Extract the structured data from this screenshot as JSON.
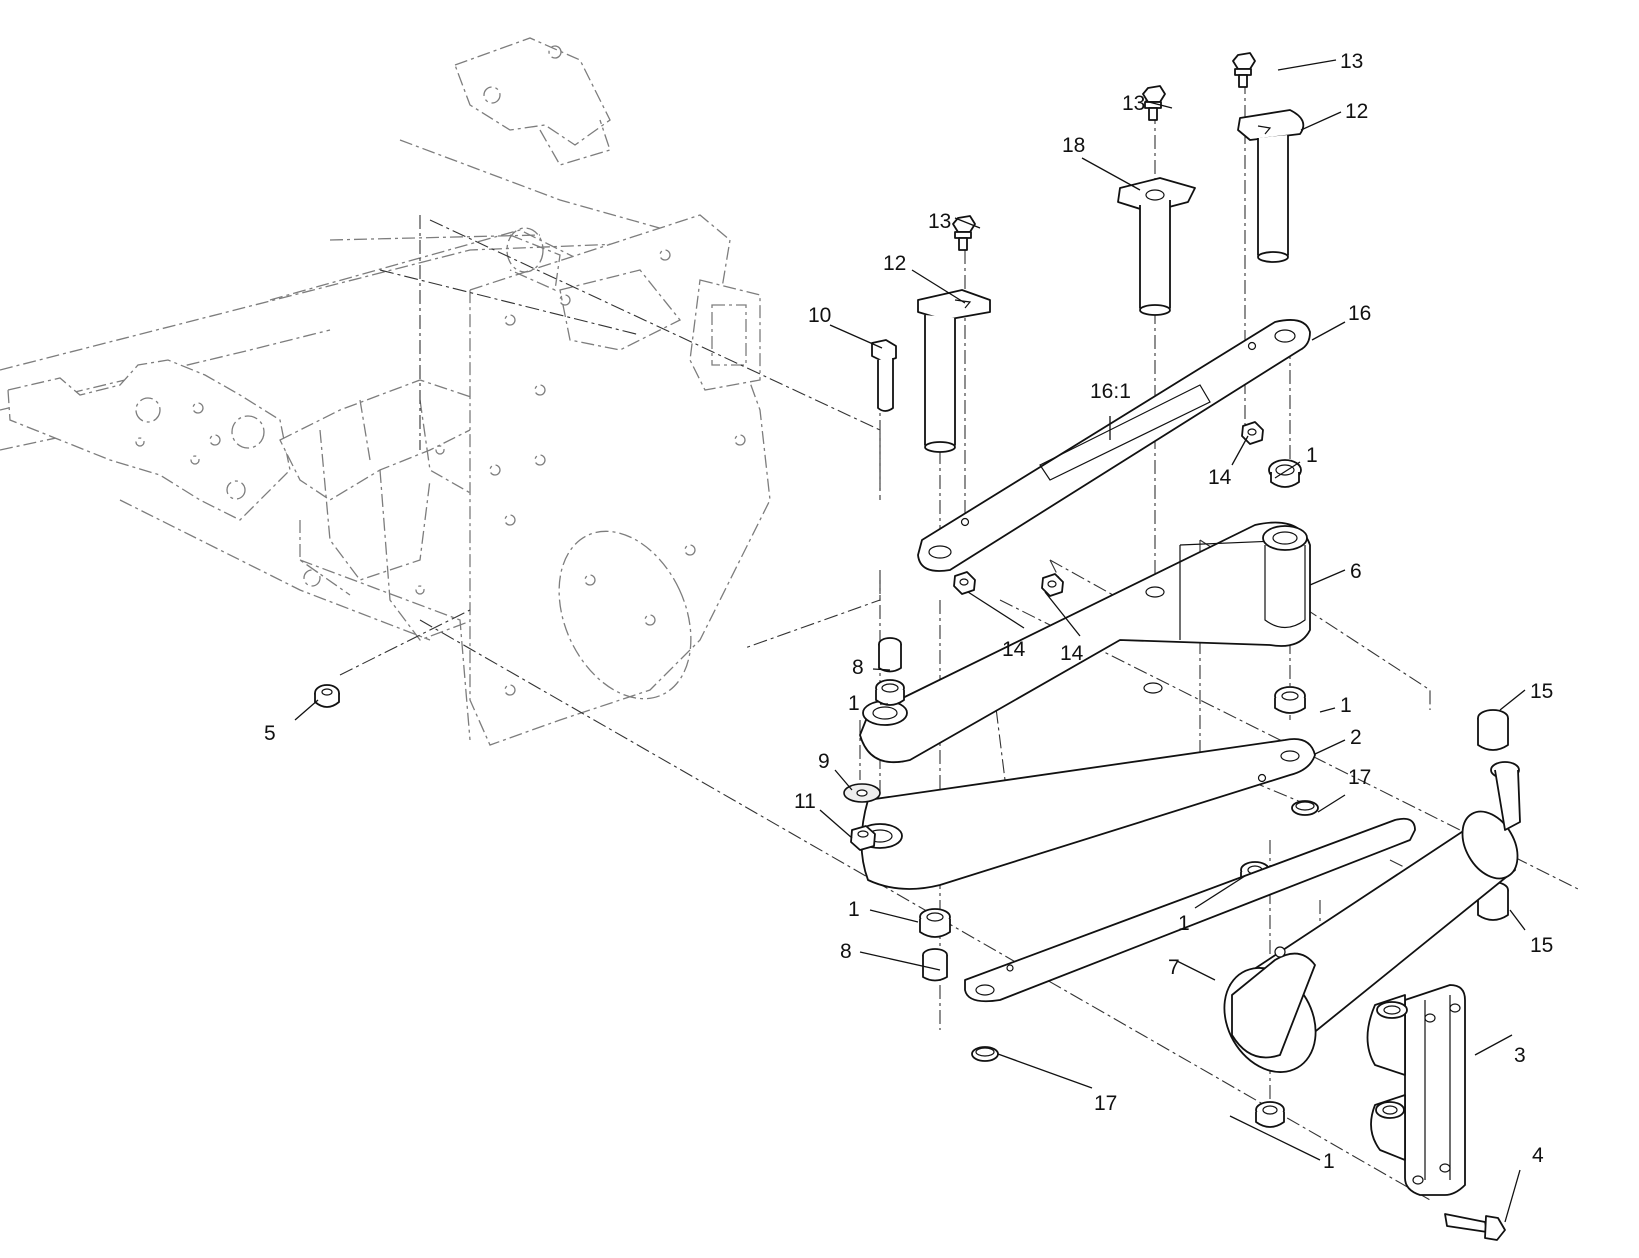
{
  "callouts": [
    {
      "id": "c1a",
      "label": "13"
    },
    {
      "id": "c1b",
      "label": "13"
    },
    {
      "id": "c1c",
      "label": "13"
    },
    {
      "id": "c2a",
      "label": "12"
    },
    {
      "id": "c2b",
      "label": "12"
    },
    {
      "id": "c3",
      "label": "18"
    },
    {
      "id": "c4",
      "label": "10"
    },
    {
      "id": "c5",
      "label": "16"
    },
    {
      "id": "c6",
      "label": "16:1"
    },
    {
      "id": "c7a",
      "label": "14"
    },
    {
      "id": "c7b",
      "label": "14"
    },
    {
      "id": "c7c",
      "label": "14"
    },
    {
      "id": "c8a",
      "label": "1"
    },
    {
      "id": "c8b",
      "label": "1"
    },
    {
      "id": "c8c",
      "label": "1"
    },
    {
      "id": "c8d",
      "label": "1"
    },
    {
      "id": "c8e",
      "label": "1"
    },
    {
      "id": "c8f",
      "label": "1"
    },
    {
      "id": "c9",
      "label": "6"
    },
    {
      "id": "c10a",
      "label": "8"
    },
    {
      "id": "c10b",
      "label": "8"
    },
    {
      "id": "c11a",
      "label": "15"
    },
    {
      "id": "c11b",
      "label": "15"
    },
    {
      "id": "c12",
      "label": "2"
    },
    {
      "id": "c13a",
      "label": "17"
    },
    {
      "id": "c13b",
      "label": "17"
    },
    {
      "id": "c14",
      "label": "9"
    },
    {
      "id": "c15",
      "label": "11"
    },
    {
      "id": "c16",
      "label": "5"
    },
    {
      "id": "c17",
      "label": "7"
    },
    {
      "id": "c18",
      "label": "3"
    },
    {
      "id": "c19",
      "label": "4"
    }
  ]
}
